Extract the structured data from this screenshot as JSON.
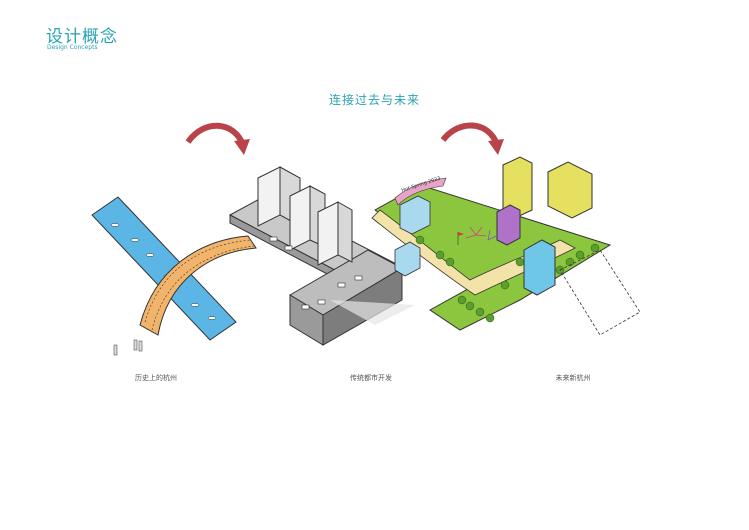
{
  "header": {
    "title": "设计概念",
    "subtitle": "Design Concepts"
  },
  "concept": {
    "heading": "连接过去与未来",
    "banner_text": "Hot Spring 2023"
  },
  "panels": [
    {
      "caption": "历史上的杭州"
    },
    {
      "caption": "传统都市开发"
    },
    {
      "caption": "未来新杭州"
    }
  ],
  "colors": {
    "accent": "#2aa3b3",
    "arrow": "#b8444a",
    "river": "#5bb6e6",
    "bridge": "#f2b46a",
    "green": "#8cc63f",
    "path": "#f3e3a8",
    "building_yellow": "#e6e060",
    "building_purple": "#b071c8",
    "building_blue": "#6fc7e8",
    "grey": "#9a9a9a"
  }
}
